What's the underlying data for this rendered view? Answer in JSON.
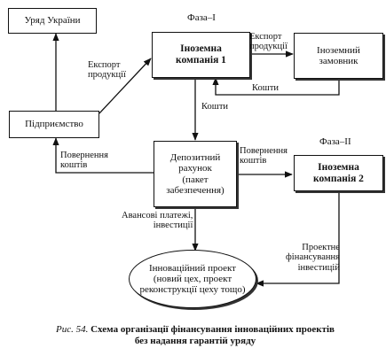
{
  "phase1": "Фаза–І",
  "phase2": "Фаза–ІІ",
  "nodes": {
    "government": "Уряд України",
    "enterprise": "Підприємство",
    "foreign1": "Іноземна\nкомпанія 1",
    "customer": "Іноземний\nзамовник",
    "deposit": "Депозитний\nрахунок\n(пакет\nзабезпечення)",
    "foreign2": "Іноземна\nкомпанія 2",
    "project": "Інноваційний проект\n(новий цех, проект\nреконструкції цеху тощо)"
  },
  "edges": {
    "export1": "Експорт\nпродукції",
    "export2": "Експорт\nпродукції",
    "money1": "Кошти",
    "money2": "Кошти",
    "return1": "Повернення\nкоштів",
    "return2": "Повернення\nкоштів",
    "advance": "Авансові платежі,\nінвестиції",
    "project_finance": "Проектне\nфінансування\nінвестицій"
  },
  "caption": {
    "prefix": "Рис. 54.",
    "line1": "Схема організації фінансування інноваційних проектів",
    "line2": "без надання гарантій уряду"
  }
}
